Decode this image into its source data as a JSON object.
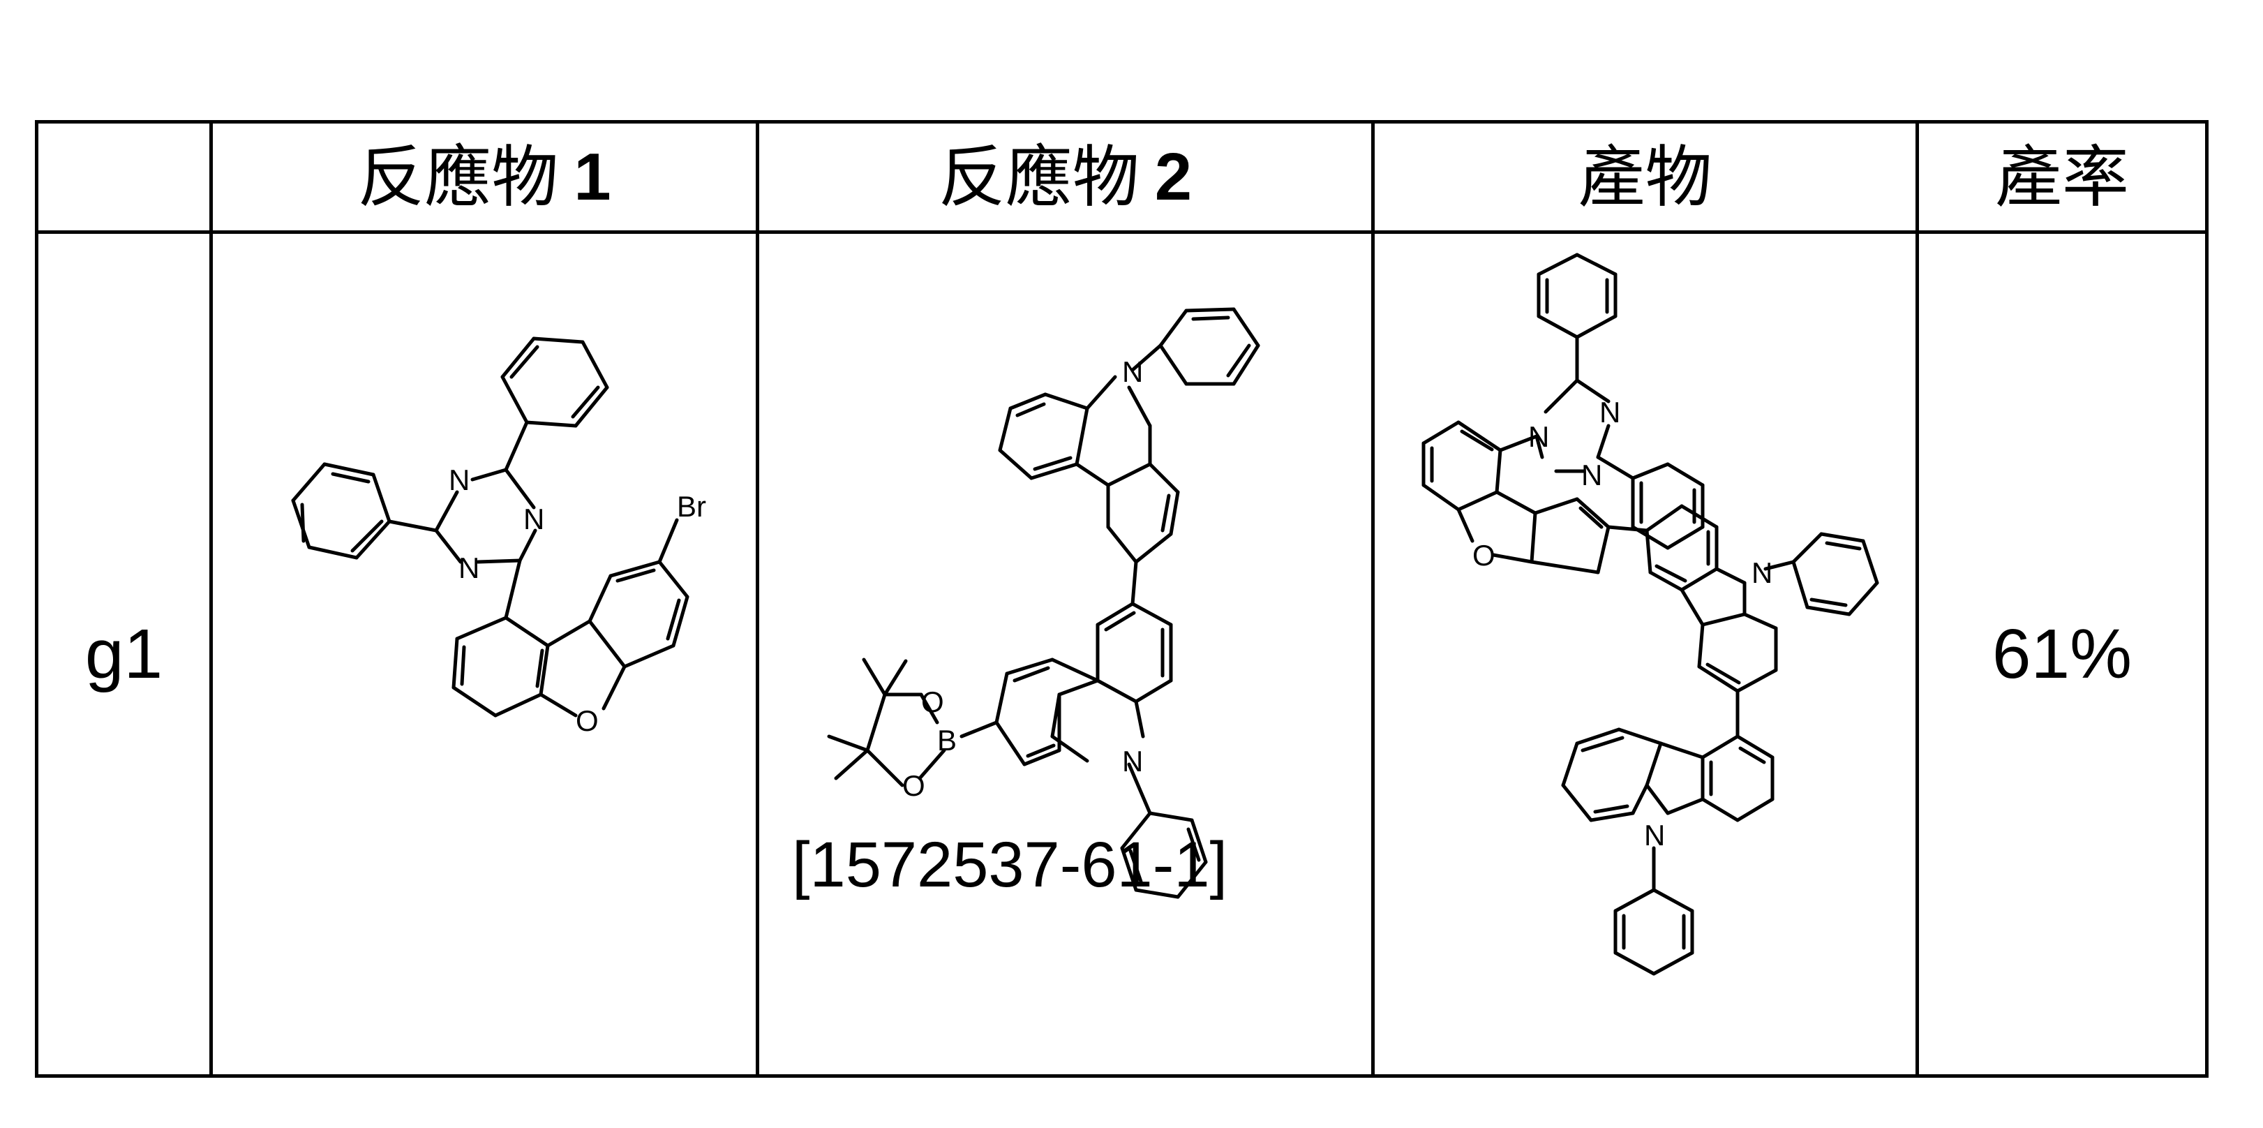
{
  "table": {
    "headers": {
      "reactant1_label": "反應物",
      "reactant1_num": "1",
      "reactant2_label": "反應物",
      "reactant2_num": "2",
      "product": "產物",
      "yield": "產率"
    },
    "rows": [
      {
        "id": "g1",
        "reactant2_cas": "[1572537-61-1]",
        "yield": "61%"
      }
    ]
  },
  "structures": {
    "reactant1": {
      "labels": [
        "N",
        "N",
        "N",
        "Br",
        "O"
      ]
    },
    "reactant2": {
      "labels": [
        "N",
        "N",
        "B",
        "O",
        "O"
      ]
    },
    "product": {
      "labels": [
        "N",
        "N",
        "N",
        "O",
        "N",
        "N"
      ]
    }
  }
}
